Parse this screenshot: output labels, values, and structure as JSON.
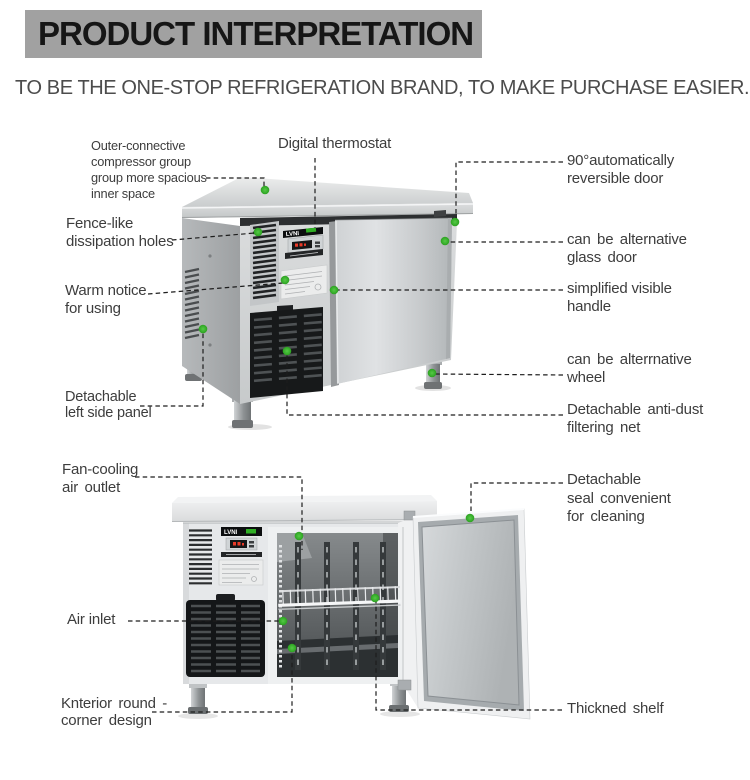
{
  "header": {
    "title": "PRODUCT INTERPRETATION",
    "subtitle": "TO BE THE ONE-STOP REFRIGERATION BRAND, TO MAKE PURCHASE EASIER."
  },
  "brand": "LVNI",
  "colors": {
    "accent_green": "#3bb42e",
    "title_block_bg": "#a1a1a1",
    "callout_line": "#1d1d1d"
  },
  "top_figure": {
    "description": "closed worktop refrigerator, angled view",
    "callouts": [
      {
        "id": "compressor-space",
        "text": "Outer-connective\ncompressor group\ngroup more spacious\ninner space"
      },
      {
        "id": "digital-thermostat",
        "text": "Digital thermostat"
      },
      {
        "id": "dissipation-holes",
        "text": "Fence-like\ndissipation holes"
      },
      {
        "id": "warm-notice",
        "text": "Warm notice\nfor using"
      },
      {
        "id": "left-side-panel",
        "text": "Detachable\nleft side panel"
      },
      {
        "id": "reversible-door",
        "text": "90°automatically\nreversible door"
      },
      {
        "id": "glass-door",
        "text": "can be alternative\nglass door"
      },
      {
        "id": "visible-handle",
        "text": "simplified visible\nhandle"
      },
      {
        "id": "alternative-wheel",
        "text": "can be alterrnative\nwheel"
      },
      {
        "id": "anti-dust-net",
        "text": "Detachable anti-dust\nfiltering net"
      }
    ]
  },
  "bottom_figure": {
    "description": "open-door refrigerator, front view",
    "callouts": [
      {
        "id": "fan-cooling-outlet",
        "text": "Fan-cooling\nair outlet"
      },
      {
        "id": "air-inlet",
        "text": "Air inlet"
      },
      {
        "id": "round-corner",
        "text": "Knterior round -\ncorner design"
      },
      {
        "id": "door-seal",
        "text": "Detachable\nseal convenient\nfor cleaning"
      },
      {
        "id": "thickened-shelf",
        "text": "Thickned shelf"
      }
    ]
  }
}
